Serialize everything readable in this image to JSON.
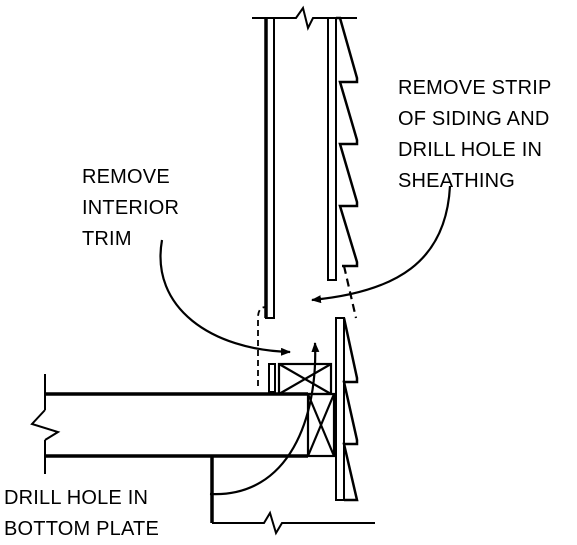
{
  "labels": {
    "remove_siding": [
      "REMOVE STRIP",
      "OF SIDING AND",
      "DRILL HOLE IN",
      "SHEATHING"
    ],
    "remove_trim": [
      "REMOVE",
      "INTERIOR",
      "TRIM"
    ],
    "drill_plate": [
      "DRILL HOLE IN",
      "BOTTOM PLATE"
    ]
  },
  "colors": {
    "stroke": "#000000",
    "background": "#ffffff"
  }
}
